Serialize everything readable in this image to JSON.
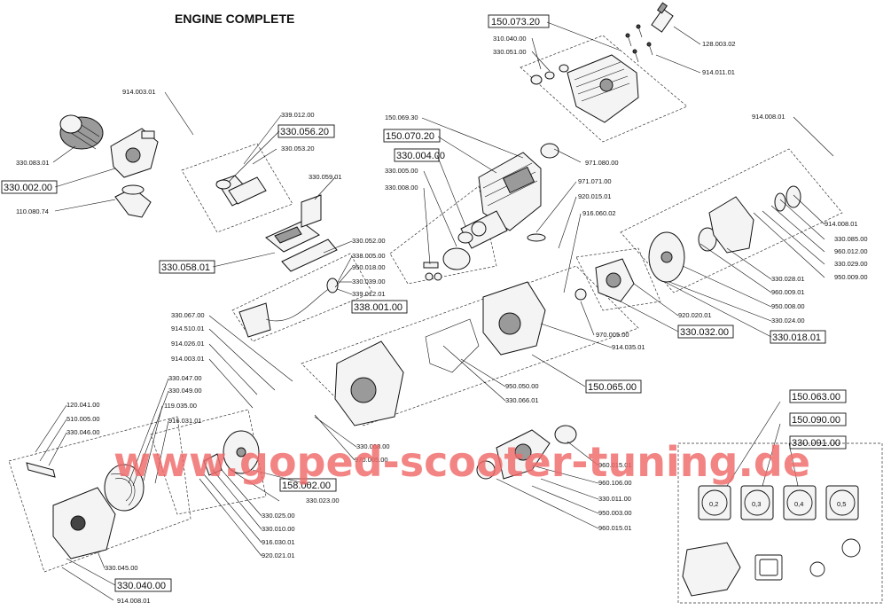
{
  "title": "ENGINE COMPLETE",
  "watermark": "www.goped-scooter-tuning.de",
  "part_labels": {
    "p150_073_20": "150.073.20",
    "p310_040_00": "310.040.00",
    "p330_051_00": "330.051.00",
    "p128_003_02": "128.003.02",
    "p914_011_01": "914.011.01",
    "p914_003_01_a": "914.003.01",
    "p339_012_00": "339.012.00",
    "p330_056_20": "330.056.20",
    "p330_053_20": "330.053.20",
    "p330_083_01": "330.083.01",
    "p330_002_00": "330.002.00",
    "p110_080_74": "110.080.74",
    "p150_069_30": "150.069.30",
    "p150_070_20": "150.070.20",
    "p330_004_00": "330.004.00",
    "p330_005_00": "330.005.00",
    "p330_008_00": "330.008.00",
    "p971_080_00": "971.080.00",
    "p971_071_00": "971.071.00",
    "p920_015_01": "920.015.01",
    "p916_060_02": "916.060.02",
    "p914_008_01_a": "914.008.01",
    "p914_008_01_b": "914.008.01",
    "p330_085_00": "330.085.00",
    "p960_012_00": "960.012.00",
    "p330_029_00": "330.029.00",
    "p950_009_00": "950.009.00",
    "p330_028_01": "330.028.01",
    "p960_009_01": "960.009.01",
    "p950_008_00": "950.008.00",
    "p330_024_00": "330.024.00",
    "p330_018_01": "330.018.01",
    "p330_032_00": "330.032.00",
    "p920_020_01": "920.020.01",
    "p970_005_00_a": "970.005.00",
    "p914_035_01": "914.035.01",
    "p330_059_01": "330.059.01",
    "p330_058_01": "330.058.01",
    "p330_052_00": "330.052.00",
    "p338_005_00": "338.005.00",
    "p950_018_00": "950.018.00",
    "p330_039_00": "330.039.00",
    "p339_012_01": "339.012.01",
    "p338_001_00": "338.001.00",
    "p330_067_00": "330.067.00",
    "p914_510_01": "914.510.01",
    "p914_026_01": "914.026.01",
    "p914_003_01_b": "914.003.01",
    "p150_065_00": "150.065.00",
    "p950_050_00": "950.050.00",
    "p330_066_01": "330.066.01",
    "p330_047_00": "330.047.00",
    "p330_049_00": "330.049.00",
    "p119_035_00": "119.035.00",
    "p916_031_01": "916.031.01",
    "p120_041_00": "120.041.00",
    "p510_005_00": "510.005.00",
    "p330_046_00": "330.046.00",
    "p330_068_00": "330.068.00",
    "p970_005_00_b": "970.005.00",
    "p158_002_00": "158.002.00",
    "p330_023_00": "330.023.00",
    "p330_025_00": "330.025.00",
    "p330_010_00": "330.010.00",
    "p916_030_01": "916.030.01",
    "p920_021_01": "920.021.01",
    "p330_045_00": "330.045.00",
    "p330_040_00": "330.040.00",
    "p150_063_00": "150.063.00",
    "p150_090_00": "150.090.00",
    "p330_091_00": "330.091.00",
    "p960_015_01_a": "960.015.01",
    "p960_106_00": "960.106.00",
    "p330_011_00": "330.011.00",
    "p950_003_00": "950.003.00",
    "p960_015_01_b": "960.015.01"
  },
  "gasket_sizes": [
    "0,2",
    "0,3",
    "0,4",
    "0,5"
  ]
}
